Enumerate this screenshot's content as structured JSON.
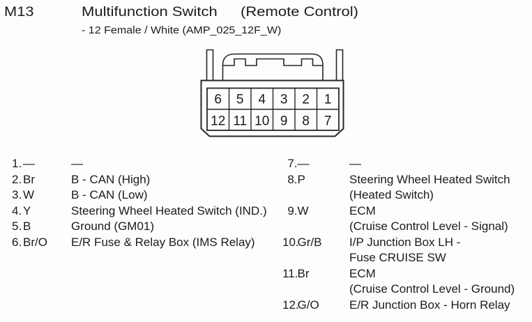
{
  "header": {
    "connector_id": "M13",
    "title": "Multifunction Switch",
    "title_suffix": "(Remote Control)",
    "subtitle": "- 12 Female / White (AMP_025_12F_W)"
  },
  "connector": {
    "pins_top": [
      "6",
      "5",
      "4",
      "3",
      "2",
      "1"
    ],
    "pins_bottom": [
      "12",
      "11",
      "10",
      "9",
      "8",
      "7"
    ]
  },
  "pin_table": {
    "left": [
      {
        "num": "1.",
        "code": "—",
        "desc": "—"
      },
      {
        "num": "2.",
        "code": "Br",
        "desc": "B - CAN (High)"
      },
      {
        "num": "3.",
        "code": "W",
        "desc": "B - CAN (Low)"
      },
      {
        "num": "4.",
        "code": "Y",
        "desc": "Steering Wheel Heated Switch (IND.)"
      },
      {
        "num": "5.",
        "code": "B",
        "desc": "Ground (GM01)"
      },
      {
        "num": "6.",
        "code": "Br/O",
        "desc": "E/R Fuse & Relay Box (IMS Relay)"
      }
    ],
    "right": [
      {
        "num": "7.",
        "code": "—",
        "desc": "—"
      },
      {
        "num": "8.",
        "code": "P",
        "desc": "Steering Wheel Heated Switch",
        "desc2": "(Heated Switch)"
      },
      {
        "num": "9.",
        "code": "W",
        "desc": "ECM",
        "desc2": "(Cruise Control Level - Signal)"
      },
      {
        "num": "10.",
        "code": "Gr/B",
        "desc": "I/P Junction Box LH -",
        "desc2": "Fuse CRUISE SW"
      },
      {
        "num": "11.",
        "code": "Br",
        "desc": "ECM",
        "desc2": "(Cruise Control Level - Ground)"
      },
      {
        "num": "12.",
        "code": "G/O",
        "desc": "E/R Junction Box - Horn Relay"
      }
    ]
  },
  "colors": {
    "ink": "#1b1b1b",
    "line": "#262626",
    "background": "#fdfdfd"
  }
}
